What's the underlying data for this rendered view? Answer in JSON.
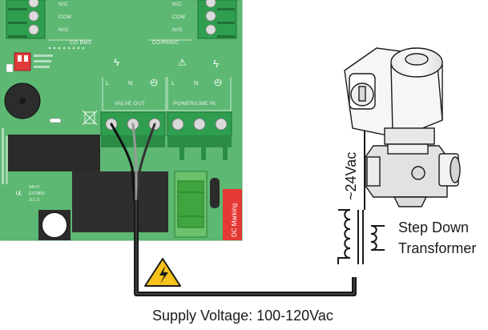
{
  "board": {
    "relay_top_labels": [
      "N/C",
      "COM",
      "N/O"
    ],
    "relay_top_labels_right": [
      "N/C",
      "COM",
      "N/O"
    ],
    "co_bms": "CO BMS",
    "co_panic": "CO/PANIC",
    "valve_out": "VALVE OUT",
    "power_line_in": "POWER/LINE IN",
    "term_L": "L",
    "term_N": "N",
    "term_L2": "L",
    "term_N2": "N",
    "cert_text_1": "94V-0",
    "cert_text_2": "E479892",
    "cert_text_3": "JLC-2",
    "dc_marking": "DC Marking"
  },
  "annotations": {
    "secondary_voltage": "~24Vac",
    "transformer_line1": "Step Down",
    "transformer_line2": "Transformer",
    "supply_voltage": "Supply Voltage: 100-120Vac"
  },
  "colors": {
    "pcb": "#5db873",
    "pcb_dark": "#3e9a57",
    "terminal_green": "#2f9e4f",
    "relay_black": "#2b2b2b",
    "warning_yellow": "#f6c21b",
    "dc_marking_red": "#e53935"
  }
}
